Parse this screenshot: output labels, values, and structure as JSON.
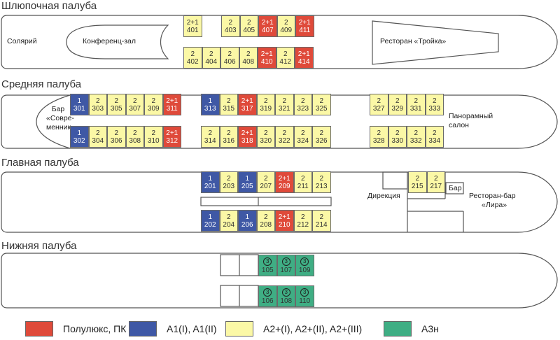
{
  "colors": {
    "polulux": "#df4a3a",
    "a1": "#3f58a5",
    "a2": "#fbf8a6",
    "a3n": "#3fae84",
    "outline": "#555555"
  },
  "decks": [
    {
      "id": "boat",
      "title": "Шлюпочная палуба",
      "labels": [
        "Солярий",
        "Конференц-зал",
        "Ресторан «Тройка»"
      ],
      "cabins": [
        {
          "cls": "2+1",
          "num": "401",
          "type": "a2"
        },
        {
          "cls": "2",
          "num": "403",
          "type": "a2"
        },
        {
          "cls": "2",
          "num": "405",
          "type": "a2"
        },
        {
          "cls": "2+1",
          "num": "407",
          "type": "polulux"
        },
        {
          "cls": "2",
          "num": "409",
          "type": "a2"
        },
        {
          "cls": "2+1",
          "num": "411",
          "type": "polulux"
        },
        {
          "cls": "2",
          "num": "402",
          "type": "a2"
        },
        {
          "cls": "2",
          "num": "404",
          "type": "a2"
        },
        {
          "cls": "2",
          "num": "406",
          "type": "a2"
        },
        {
          "cls": "2",
          "num": "408",
          "type": "a2"
        },
        {
          "cls": "2+1",
          "num": "410",
          "type": "polulux"
        },
        {
          "cls": "2",
          "num": "412",
          "type": "a2"
        },
        {
          "cls": "2+1",
          "num": "414",
          "type": "polulux"
        }
      ]
    },
    {
      "id": "middle",
      "title": "Средняя палуба",
      "labels": [
        "Бар «Совре-менник»",
        "Панорамный салон"
      ],
      "cabins": [
        {
          "cls": "1",
          "num": "301",
          "type": "a1"
        },
        {
          "cls": "2",
          "num": "303",
          "type": "a2"
        },
        {
          "cls": "2",
          "num": "305",
          "type": "a2"
        },
        {
          "cls": "2",
          "num": "307",
          "type": "a2"
        },
        {
          "cls": "2",
          "num": "309",
          "type": "a2"
        },
        {
          "cls": "2+1",
          "num": "311",
          "type": "polulux"
        },
        {
          "cls": "1",
          "num": "313",
          "type": "a1"
        },
        {
          "cls": "2",
          "num": "315",
          "type": "a2"
        },
        {
          "cls": "2+1",
          "num": "317",
          "type": "polulux"
        },
        {
          "cls": "2",
          "num": "319",
          "type": "a2"
        },
        {
          "cls": "2",
          "num": "321",
          "type": "a2"
        },
        {
          "cls": "2",
          "num": "323",
          "type": "a2"
        },
        {
          "cls": "2",
          "num": "325",
          "type": "a2"
        },
        {
          "cls": "2",
          "num": "327",
          "type": "a2"
        },
        {
          "cls": "2",
          "num": "329",
          "type": "a2"
        },
        {
          "cls": "2",
          "num": "331",
          "type": "a2"
        },
        {
          "cls": "2",
          "num": "333",
          "type": "a2"
        },
        {
          "cls": "1",
          "num": "302",
          "type": "a1"
        },
        {
          "cls": "2",
          "num": "304",
          "type": "a2"
        },
        {
          "cls": "2",
          "num": "306",
          "type": "a2"
        },
        {
          "cls": "2",
          "num": "308",
          "type": "a2"
        },
        {
          "cls": "2",
          "num": "310",
          "type": "a2"
        },
        {
          "cls": "2+1",
          "num": "312",
          "type": "polulux"
        },
        {
          "cls": "2",
          "num": "314",
          "type": "a2"
        },
        {
          "cls": "2",
          "num": "316",
          "type": "a2"
        },
        {
          "cls": "2+1",
          "num": "318",
          "type": "polulux"
        },
        {
          "cls": "2",
          "num": "320",
          "type": "a2"
        },
        {
          "cls": "2",
          "num": "322",
          "type": "a2"
        },
        {
          "cls": "2",
          "num": "324",
          "type": "a2"
        },
        {
          "cls": "2",
          "num": "326",
          "type": "a2"
        },
        {
          "cls": "2",
          "num": "328",
          "type": "a2"
        },
        {
          "cls": "2",
          "num": "330",
          "type": "a2"
        },
        {
          "cls": "2",
          "num": "332",
          "type": "a2"
        },
        {
          "cls": "2",
          "num": "334",
          "type": "a2"
        }
      ]
    },
    {
      "id": "main",
      "title": "Главная палуба",
      "labels": [
        "Дирекция",
        "Бар",
        "Ресторан-бар «Лира»"
      ],
      "cabins": [
        {
          "cls": "1",
          "num": "201",
          "type": "a1"
        },
        {
          "cls": "2",
          "num": "203",
          "type": "a2"
        },
        {
          "cls": "1",
          "num": "205",
          "type": "a1"
        },
        {
          "cls": "2",
          "num": "207",
          "type": "a2"
        },
        {
          "cls": "2+1",
          "num": "209",
          "type": "polulux"
        },
        {
          "cls": "2",
          "num": "211",
          "type": "a2"
        },
        {
          "cls": "2",
          "num": "213",
          "type": "a2"
        },
        {
          "cls": "2",
          "num": "215",
          "type": "a2"
        },
        {
          "cls": "2",
          "num": "217",
          "type": "a2"
        },
        {
          "cls": "1",
          "num": "202",
          "type": "a1"
        },
        {
          "cls": "2",
          "num": "204",
          "type": "a2"
        },
        {
          "cls": "1",
          "num": "206",
          "type": "a1"
        },
        {
          "cls": "2",
          "num": "208",
          "type": "a2"
        },
        {
          "cls": "2+1",
          "num": "210",
          "type": "polulux"
        },
        {
          "cls": "2",
          "num": "212",
          "type": "a2"
        },
        {
          "cls": "2",
          "num": "214",
          "type": "a2"
        }
      ]
    },
    {
      "id": "lower",
      "title": "Нижняя палуба",
      "labels": [],
      "cabins": [
        {
          "cls": "3",
          "num": "105",
          "type": "a3n"
        },
        {
          "cls": "3",
          "num": "107",
          "type": "a3n"
        },
        {
          "cls": "3",
          "num": "109",
          "type": "a3n"
        },
        {
          "cls": "3",
          "num": "106",
          "type": "a3n"
        },
        {
          "cls": "3",
          "num": "108",
          "type": "a3n"
        },
        {
          "cls": "3",
          "num": "110",
          "type": "a3n"
        }
      ]
    }
  ],
  "legend": [
    {
      "label": "Полулюкс, ПК",
      "type": "polulux"
    },
    {
      "label": "A1(I), A1(II)",
      "type": "a1"
    },
    {
      "label": "A2+(I), A2+(II), A2+(III)",
      "type": "a2"
    },
    {
      "label": "A3н",
      "type": "a3n"
    }
  ]
}
